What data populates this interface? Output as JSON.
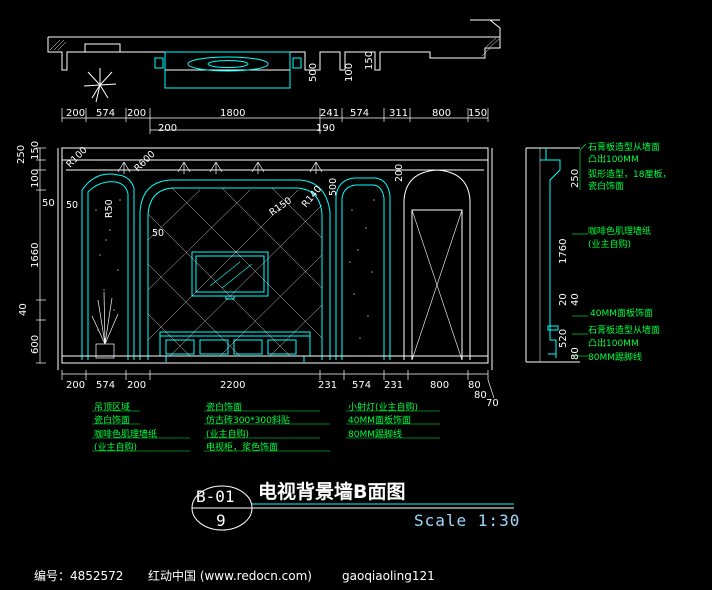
{
  "drawing": {
    "title": "电视背景墙B面图",
    "tag_top": "B-01",
    "tag_bottom": "9",
    "scale": "Scale 1:30"
  },
  "top_dims": {
    "row1": [
      "200",
      "574",
      "200",
      "1800",
      "241",
      "574",
      "311",
      "800",
      "150"
    ],
    "row2": [
      "200",
      "190"
    ],
    "plan_vertical": [
      "500",
      "100",
      "150"
    ]
  },
  "bottom_dims": {
    "row1": [
      "200",
      "574",
      "200",
      "2200",
      "231",
      "574",
      "231",
      "800",
      "80"
    ],
    "extra": [
      "80",
      "70"
    ]
  },
  "left_dims": [
    "250",
    "150",
    "100",
    "50",
    "1660",
    "40",
    "600"
  ],
  "radius_labels": [
    "R100",
    "R600",
    "R50",
    "R150",
    "R140",
    "50",
    "50",
    "200",
    "500"
  ],
  "side_dims": [
    "250",
    "1760",
    "20",
    "40",
    "520",
    "80"
  ],
  "side_notes": [
    "石膏板造型从墙面",
    "凸出100MM",
    "弧形造型，18厘板，",
    "瓷白饰面",
    "咖啡色肌理墙纸",
    "(业主自购)",
    "40MM面板饰面",
    "石膏板造型从墙面",
    "凸出100MM",
    "80MM踢脚线"
  ],
  "bottom_notes": {
    "col1": [
      "吊顶区域",
      "瓷白饰面",
      "咖啡色肌理墙纸",
      "(业主自购)"
    ],
    "col2": [
      "瓷白饰面",
      "仿古砖300*300斜贴",
      "(业主自购)",
      "电视柜，浆色饰面"
    ],
    "col3": [
      "小射灯(业主自购)",
      "40MM面板饰面",
      "80MM踢脚线"
    ]
  },
  "footer": {
    "id": "编号：4852572",
    "site": "红动中国 (www.redocn.com)",
    "user": "gaoqiaoling121"
  },
  "colors": {
    "background": "#000000",
    "line_cyan": "#00ffff",
    "line_white": "#ffffff",
    "note_green": "#00ff40",
    "scale_blue": "#9fd8ff"
  }
}
